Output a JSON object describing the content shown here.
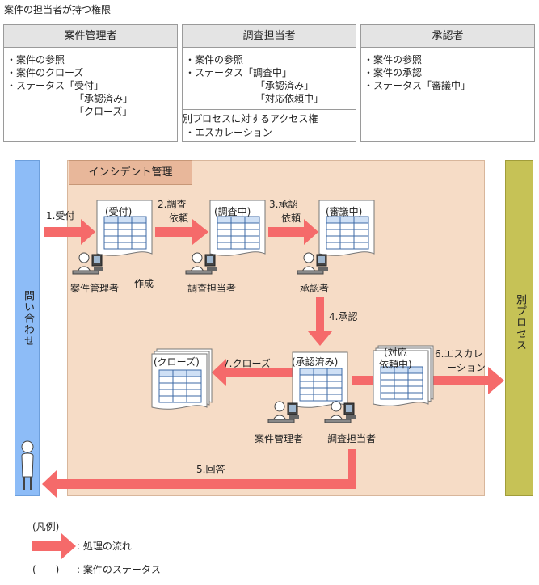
{
  "page_title": "案件の担当者が持つ権限",
  "roles": [
    {
      "name": "案件管理者",
      "lines": [
        "・案件の参照",
        "・案件のクローズ",
        "・ステータス「受付」",
        "「承認済み」",
        "「クローズ」"
      ]
    },
    {
      "name": "調査担当者",
      "lines": [
        "・案件の参照",
        "・ステータス「調査中」",
        "「承認済み」",
        "「対応依頼中」"
      ],
      "extra_lines": [
        "別プロセスに対するアクセス権",
        "・エスカレーション"
      ]
    },
    {
      "name": "承認者",
      "lines": [
        "・案件の参照",
        "・案件の承認",
        "・ステータス「審議中」"
      ]
    }
  ],
  "lanes": {
    "left": "問い合わせ",
    "right": "別プロセス"
  },
  "area_title": "インシデント管理",
  "steps": {
    "s1": "1.受付",
    "s2a": "2.調査",
    "s2b": "依頼",
    "s3a": "3.承認",
    "s3b": "依頼",
    "s4": "4.承認",
    "s5": "5.回答",
    "s6a": "6.エスカレ",
    "s6b": "ーション",
    "s7": "7.クローズ"
  },
  "documents": {
    "uketsuke": "(受付)",
    "chousachu": "(調査中)",
    "shingichu": "(審議中)",
    "shouninzumi": "(承認済み)",
    "taiou_a": "(対応",
    "taiou_b": "依頼中)",
    "close": "(クローズ)"
  },
  "actors": {
    "manager": "案件管理者",
    "created": "作成",
    "investigator": "調査担当者",
    "approver": "承認者",
    "manager2": "案件管理者",
    "investigator2": "調査担当者"
  },
  "legend": {
    "title": "(凡例)",
    "flow": ": 処理の流れ",
    "status_paren": "(　　)",
    "status": ": 案件のステータス"
  },
  "colors": {
    "arrow": "#f56a6a",
    "left_lane": "#8dbcf7",
    "right_lane": "#c6c256",
    "area": "#f6dcc6",
    "area_title": "#e8b79a"
  }
}
